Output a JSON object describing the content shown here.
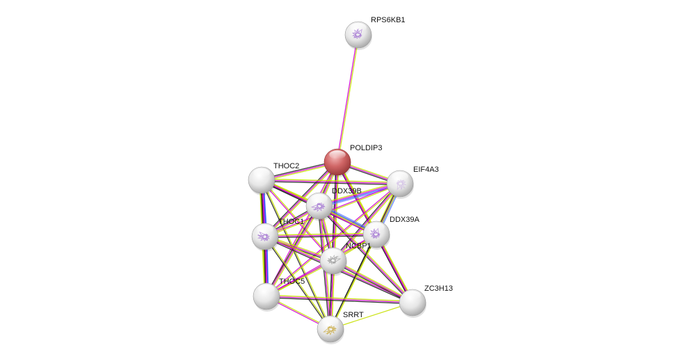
{
  "diagram": {
    "type": "protein-interaction-network",
    "nodes": [
      {
        "id": "RPS6KB1",
        "label": "RPS6KB1",
        "query": false,
        "structure": "purple"
      },
      {
        "id": "POLDIP3",
        "label": "POLDIP3",
        "query": true,
        "structure": "none"
      },
      {
        "id": "THOC2",
        "label": "THOC2",
        "query": false,
        "structure": "none"
      },
      {
        "id": "EIF4A3",
        "label": "EIF4A3",
        "query": false,
        "structure": "purple-faint"
      },
      {
        "id": "DDX39B",
        "label": "DDX39B",
        "query": false,
        "structure": "purple"
      },
      {
        "id": "THOC1",
        "label": "THOC1",
        "query": false,
        "structure": "purple"
      },
      {
        "id": "DDX39A",
        "label": "DDX39A",
        "query": false,
        "structure": "purple"
      },
      {
        "id": "NCBP1",
        "label": "NCBP1",
        "query": false,
        "structure": "gray"
      },
      {
        "id": "THOC5",
        "label": "THOC5",
        "query": false,
        "structure": "none"
      },
      {
        "id": "ZC3H13",
        "label": "ZC3H13",
        "query": false,
        "structure": "none"
      },
      {
        "id": "SRRT",
        "label": "SRRT",
        "query": false,
        "structure": "yellow"
      }
    ],
    "edge_colors": {
      "textmining": "#c6e000",
      "experiments": "#d000d0",
      "coexpression": "#222222",
      "database": "#3050ff",
      "homology": "#6080ff"
    },
    "node_colors": {
      "query": "#d46060",
      "default": "#e8e8e8"
    },
    "edges": [
      {
        "a": "RPS6KB1",
        "b": "POLDIP3",
        "types": [
          "textmining",
          "experiments"
        ]
      },
      {
        "a": "POLDIP3",
        "b": "THOC2",
        "types": [
          "textmining",
          "experiments",
          "coexpression"
        ]
      },
      {
        "a": "POLDIP3",
        "b": "EIF4A3",
        "types": [
          "textmining",
          "experiments",
          "coexpression"
        ]
      },
      {
        "a": "POLDIP3",
        "b": "DDX39B",
        "types": [
          "textmining",
          "experiments",
          "coexpression"
        ]
      },
      {
        "a": "POLDIP3",
        "b": "THOC1",
        "types": [
          "textmining",
          "experiments",
          "coexpression"
        ]
      },
      {
        "a": "POLDIP3",
        "b": "DDX39A",
        "types": [
          "textmining",
          "experiments",
          "coexpression"
        ]
      },
      {
        "a": "POLDIP3",
        "b": "NCBP1",
        "types": [
          "textmining",
          "experiments",
          "coexpression"
        ]
      },
      {
        "a": "POLDIP3",
        "b": "THOC5",
        "types": [
          "textmining",
          "experiments"
        ]
      },
      {
        "a": "POLDIP3",
        "b": "SRRT",
        "types": [
          "textmining",
          "experiments",
          "coexpression"
        ]
      },
      {
        "a": "POLDIP3",
        "b": "ZC3H13",
        "types": [
          "textmining",
          "experiments"
        ]
      },
      {
        "a": "THOC2",
        "b": "EIF4A3",
        "types": [
          "textmining",
          "experiments",
          "coexpression"
        ]
      },
      {
        "a": "THOC2",
        "b": "DDX39B",
        "types": [
          "textmining",
          "experiments",
          "coexpression"
        ]
      },
      {
        "a": "THOC2",
        "b": "THOC1",
        "types": [
          "database",
          "experiments",
          "coexpression",
          "textmining"
        ]
      },
      {
        "a": "THOC2",
        "b": "DDX39A",
        "types": [
          "textmining",
          "experiments",
          "coexpression"
        ]
      },
      {
        "a": "THOC2",
        "b": "NCBP1",
        "types": [
          "textmining",
          "experiments"
        ]
      },
      {
        "a": "THOC2",
        "b": "THOC5",
        "types": [
          "database",
          "experiments",
          "coexpression",
          "textmining"
        ]
      },
      {
        "a": "THOC2",
        "b": "SRRT",
        "types": [
          "textmining",
          "coexpression"
        ]
      },
      {
        "a": "EIF4A3",
        "b": "DDX39B",
        "types": [
          "homology",
          "database",
          "experiments",
          "textmining"
        ]
      },
      {
        "a": "EIF4A3",
        "b": "THOC1",
        "types": [
          "textmining",
          "experiments"
        ]
      },
      {
        "a": "EIF4A3",
        "b": "DDX39A",
        "types": [
          "homology",
          "database",
          "experiments",
          "textmining"
        ]
      },
      {
        "a": "EIF4A3",
        "b": "NCBP1",
        "types": [
          "textmining",
          "experiments",
          "coexpression"
        ]
      },
      {
        "a": "EIF4A3",
        "b": "THOC5",
        "types": [
          "textmining",
          "experiments"
        ]
      },
      {
        "a": "EIF4A3",
        "b": "SRRT",
        "types": [
          "textmining",
          "coexpression"
        ]
      },
      {
        "a": "DDX39B",
        "b": "THOC1",
        "types": [
          "textmining",
          "experiments",
          "coexpression"
        ]
      },
      {
        "a": "DDX39B",
        "b": "DDX39A",
        "types": [
          "homology",
          "database",
          "textmining",
          "experiments"
        ]
      },
      {
        "a": "DDX39B",
        "b": "NCBP1",
        "types": [
          "textmining",
          "experiments",
          "coexpression"
        ]
      },
      {
        "a": "DDX39B",
        "b": "THOC5",
        "types": [
          "textmining",
          "experiments",
          "coexpression"
        ]
      },
      {
        "a": "DDX39B",
        "b": "SRRT",
        "types": [
          "textmining",
          "experiments",
          "coexpression"
        ]
      },
      {
        "a": "DDX39B",
        "b": "ZC3H13",
        "types": [
          "textmining",
          "experiments",
          "coexpression"
        ]
      },
      {
        "a": "THOC1",
        "b": "DDX39A",
        "types": [
          "textmining",
          "experiments",
          "coexpression"
        ]
      },
      {
        "a": "THOC1",
        "b": "NCBP1",
        "types": [
          "textmining",
          "experiments",
          "coexpression"
        ]
      },
      {
        "a": "THOC1",
        "b": "THOC5",
        "types": [
          "database",
          "experiments",
          "coexpression",
          "textmining"
        ]
      },
      {
        "a": "THOC1",
        "b": "SRRT",
        "types": [
          "textmining",
          "coexpression"
        ]
      },
      {
        "a": "THOC1",
        "b": "ZC3H13",
        "types": [
          "textmining",
          "experiments",
          "coexpression"
        ]
      },
      {
        "a": "DDX39A",
        "b": "NCBP1",
        "types": [
          "textmining",
          "experiments"
        ]
      },
      {
        "a": "DDX39A",
        "b": "THOC5",
        "types": [
          "textmining",
          "experiments"
        ]
      },
      {
        "a": "DDX39A",
        "b": "SRRT",
        "types": [
          "textmining",
          "coexpression"
        ]
      },
      {
        "a": "DDX39A",
        "b": "ZC3H13",
        "types": [
          "textmining",
          "experiments",
          "coexpression"
        ]
      },
      {
        "a": "NCBP1",
        "b": "THOC5",
        "types": [
          "textmining",
          "experiments"
        ]
      },
      {
        "a": "NCBP1",
        "b": "SRRT",
        "types": [
          "textmining",
          "experiments",
          "coexpression"
        ]
      },
      {
        "a": "NCBP1",
        "b": "ZC3H13",
        "types": [
          "textmining",
          "experiments",
          "coexpression"
        ]
      },
      {
        "a": "THOC5",
        "b": "SRRT",
        "types": [
          "textmining",
          "experiments"
        ]
      },
      {
        "a": "THOC5",
        "b": "ZC3H13",
        "types": [
          "textmining",
          "experiments",
          "coexpression"
        ]
      },
      {
        "a": "SRRT",
        "b": "ZC3H13",
        "types": [
          "textmining"
        ]
      }
    ]
  }
}
